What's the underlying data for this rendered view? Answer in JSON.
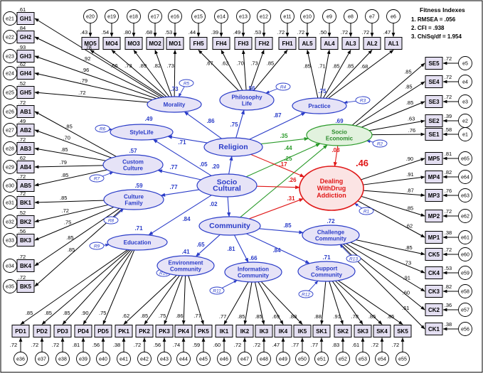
{
  "fitness": {
    "heading": "Fitness Indexes",
    "items": [
      "1.  RMSEA = .056",
      "2.  CFI = .938",
      "3.  ChiSq/df = 1.954"
    ]
  },
  "colors": {
    "blue": "#2a3cc8",
    "green": "#2a9a2a",
    "red": "#e01818",
    "box": "#e4dff2"
  },
  "latents": {
    "morality": {
      "label": "Morality",
      "r2": ".73"
    },
    "philosophy": {
      "label": "Philosophy|Life",
      "r2": ".56"
    },
    "practice": {
      "label": "Practice",
      "r2": ".75"
    },
    "stylelife": {
      "label": "StyleLife",
      "r2": ".49"
    },
    "religion": {
      "label": "Religion"
    },
    "socioeco": {
      "label": "Socio|Economic",
      "r2": ".69"
    },
    "custom": {
      "label": "Custom|Culture",
      "r2": ".57"
    },
    "sociocult": {
      "label": "Socio|Cultural"
    },
    "dealing": {
      "label": "Dealing|WithDrug|Addiction",
      "r2": ".46"
    },
    "family": {
      "label": "Culture|Family",
      "r2": ".59"
    },
    "community": {
      "label": "Community"
    },
    "education": {
      "label": "Education",
      "r2": ".71"
    },
    "challenge": {
      "label": "Challenge|Community",
      "r2": ".72"
    },
    "environ": {
      "label": "Environment|Community",
      "r2": ".41"
    },
    "info": {
      "label": "Information|Community",
      "r2": ".66"
    },
    "support": {
      "label": "Support|Community",
      "r2": ".71"
    }
  },
  "residual_labels": {
    "R5": "R5",
    "R4": "R4",
    "R3": "R3",
    "R6": "R6",
    "R2": "R2",
    "R7": "R7",
    "R8": "R8",
    "R9": "R9",
    "R1": "R1",
    "R13": "R13",
    "R10": "R10",
    "R11": "R11",
    "R12": "R12"
  },
  "structural_paths": [
    {
      "from": "religion",
      "to": "morality",
      "coef": ".86",
      "color": "blue"
    },
    {
      "from": "religion",
      "to": "philosophy",
      "coef": ".75",
      "color": "blue"
    },
    {
      "from": "religion",
      "to": "practice",
      "coef": ".87",
      "color": "blue"
    },
    {
      "from": "religion",
      "to": "stylelife",
      "coef": ".71",
      "color": "blue"
    },
    {
      "from": "sociocult",
      "to": "religion",
      "coef": ".20",
      "color": "blue"
    },
    {
      "from": "sociocult",
      "to": "community",
      "coef": ".02",
      "color": "blue"
    },
    {
      "from": "sociocult",
      "to": "custom",
      "coef": ".77",
      "color": "blue"
    },
    {
      "from": "sociocult",
      "to": "family",
      "coef": ".77",
      "color": "blue"
    },
    {
      "from": "sociocult",
      "to": "stylelife",
      "coef": ".05",
      "color": "blue"
    },
    {
      "from": "sociocult",
      "to": "education",
      "coef": ".84",
      "color": "blue"
    },
    {
      "from": "religion",
      "to": "socioeco",
      "coef": ".35",
      "color": "green"
    },
    {
      "from": "sociocult",
      "to": "socioeco",
      "coef": ".44",
      "color": "green"
    },
    {
      "from": "community",
      "to": "socioeco",
      "coef": ".25",
      "color": "green"
    },
    {
      "from": "religion",
      "to": "dealing",
      "coef": ".17",
      "color": "red"
    },
    {
      "from": "sociocult",
      "to": "dealing",
      "coef": ".26",
      "color": "red"
    },
    {
      "from": "community",
      "to": "dealing",
      "coef": ".31",
      "color": "red"
    },
    {
      "from": "socioeco",
      "to": "dealing",
      "coef": ".08",
      "color": "red"
    },
    {
      "from": "community",
      "to": "challenge",
      "coef": ".85",
      "color": "blue"
    },
    {
      "from": "community",
      "to": "environ",
      "coef": ".65",
      "color": "blue"
    },
    {
      "from": "community",
      "to": "info",
      "coef": ".81",
      "color": "blue"
    },
    {
      "from": "community",
      "to": "support",
      "coef": ".84",
      "color": "blue"
    }
  ],
  "indicators": {
    "left": [
      {
        "box": "GH1",
        "err": "e21",
        "var": ".61",
        "load": ".78",
        "target": "morality"
      },
      {
        "box": "GH2",
        "err": "e22",
        "var": ".84",
        "load": ".92",
        "target": "morality"
      },
      {
        "box": "GH3",
        "err": "e23",
        "var": ".93",
        "load": ".96",
        "target": "morality"
      },
      {
        "box": "GH4",
        "err": "e24",
        "var": ".62",
        "load": ".79",
        "target": "morality"
      },
      {
        "box": "GH5",
        "err": "e25",
        "var": ".52",
        "load": ".72",
        "target": "morality"
      },
      {
        "box": "AB1",
        "err": "e26",
        "var": ".72",
        "load": ".85",
        "target": "custom"
      },
      {
        "box": "AB2",
        "err": "e27",
        "var": ".49",
        "load": ".70",
        "target": "custom"
      },
      {
        "box": "AB3",
        "err": "e28",
        "var": ".72",
        "load": ".85",
        "target": "custom"
      },
      {
        "box": "AB4",
        "err": "e29",
        "var": ".62",
        "load": ".79",
        "target": "custom"
      },
      {
        "box": "AB5",
        "err": "e30",
        "var": ".72",
        "load": ".85",
        "target": "custom"
      },
      {
        "box": "BK1",
        "err": "e31",
        "var": ".72",
        "load": ".85",
        "target": "family"
      },
      {
        "box": "BK2",
        "err": "e32",
        "var": ".52",
        "load": ".72",
        "target": "family"
      },
      {
        "box": "BK3",
        "err": "e33",
        "var": ".56",
        "load": ".75",
        "target": "family"
      },
      {
        "box": "BK4",
        "err": "e34",
        "var": ".72",
        "load": ".85",
        "target": "family"
      },
      {
        "box": "BK5",
        "err": "e35",
        "var": ".72",
        "load": ".85",
        "target": "family"
      }
    ],
    "top": [
      {
        "box": "MO5",
        "err": "e20",
        "var": ".43",
        "load": ".66",
        "target": "morality"
      },
      {
        "box": "MO4",
        "err": "e19",
        "var": ".54",
        "load": ".73",
        "target": "morality"
      },
      {
        "box": "MO3",
        "err": "e18",
        "var": ".80",
        "load": ".89",
        "target": "morality"
      },
      {
        "box": "MO2",
        "err": "e17",
        "var": ".68",
        "load": ".82",
        "target": "morality"
      },
      {
        "box": "MO1",
        "err": "e16",
        "var": ".53",
        "load": ".73",
        "target": "morality"
      },
      {
        "box": "FH5",
        "err": "e15",
        "var": ".44",
        "load": ".67",
        "target": "philosophy"
      },
      {
        "box": "FH4",
        "err": "e14",
        "var": ".39",
        "load": ".62",
        "target": "philosophy"
      },
      {
        "box": "FH3",
        "err": "e13",
        "var": ".49",
        "load": ".70",
        "target": "philosophy"
      },
      {
        "box": "FH2",
        "err": "e12",
        "var": ".53",
        "load": ".73",
        "target": "philosophy"
      },
      {
        "box": "FH1",
        "err": "e11",
        "var": ".72",
        "load": ".85",
        "target": "philosophy"
      },
      {
        "box": "AL5",
        "err": "e10",
        "var": ".72",
        "load": ".85",
        "target": "practice"
      },
      {
        "box": "AL4",
        "err": "e9",
        "var": ".50",
        "load": ".71",
        "target": "practice"
      },
      {
        "box": "AL3",
        "err": "e8",
        "var": ".72",
        "load": ".85",
        "target": "practice"
      },
      {
        "box": "AL2",
        "err": "e7",
        "var": ".72",
        "load": ".85",
        "target": "practice"
      },
      {
        "box": "AL1",
        "err": "e6",
        "var": ".47",
        "load": ".68",
        "target": "practice"
      }
    ],
    "right": [
      {
        "box": "SE5",
        "err": "e5",
        "var": ".72",
        "load": ".85",
        "target": "socioeco"
      },
      {
        "box": "SE4",
        "err": "e4",
        "var": ".72",
        "load": ".85",
        "target": "socioeco"
      },
      {
        "box": "SE3",
        "err": "e3",
        "var": ".72",
        "load": ".85",
        "target": "socioeco"
      },
      {
        "box": "SE2",
        "err": "e2",
        "var": ".39",
        "load": ".63",
        "target": "socioeco"
      },
      {
        "box": "SE1",
        "err": "e1",
        "var": ".58",
        "load": ".76",
        "target": "socioeco"
      },
      {
        "box": "MP5",
        "err": "e65",
        "var": ".81",
        "load": ".90",
        "target": "dealing"
      },
      {
        "box": "MP4",
        "err": "e64",
        "var": ".82",
        "load": ".91",
        "target": "dealing"
      },
      {
        "box": "MP3",
        "err": "e63",
        "var": ".76",
        "load": ".87",
        "target": "dealing"
      },
      {
        "box": "MP2",
        "err": "e62",
        "var": ".72",
        "load": ".85",
        "target": "dealing"
      },
      {
        "box": "MP1",
        "err": "e61",
        "var": ".38",
        "load": ".62",
        "target": "dealing"
      },
      {
        "box": "CK5",
        "err": "e60",
        "var": ".72",
        "load": ".85",
        "target": "challenge"
      },
      {
        "box": "CK4",
        "err": "e59",
        "var": ".53",
        "load": ".73",
        "target": "challenge"
      },
      {
        "box": "CK3",
        "err": "e58",
        "var": ".82",
        "load": ".91",
        "target": "challenge"
      },
      {
        "box": "CK2",
        "err": "e57",
        "var": ".36",
        "load": ".60",
        "target": "challenge"
      },
      {
        "box": "CK1",
        "err": "e56",
        "var": ".38",
        "load": ".61",
        "target": "challenge"
      }
    ],
    "bottom": [
      {
        "box": "PD1",
        "err": "e36",
        "var": ".72",
        "load": ".85",
        "target": "education"
      },
      {
        "box": "PD2",
        "err": "e37",
        "var": ".72",
        "load": ".85",
        "target": "education"
      },
      {
        "box": "PD3",
        "err": "e38",
        "var": ".72",
        "load": ".85",
        "target": "education"
      },
      {
        "box": "PD4",
        "err": "e39",
        "var": ".81",
        "load": ".90",
        "target": "education"
      },
      {
        "box": "PD5",
        "err": "e40",
        "var": ".56",
        "load": ".75",
        "target": "education"
      },
      {
        "box": "PK1",
        "err": "e41",
        "var": ".38",
        "load": ".62",
        "target": "environ"
      },
      {
        "box": "PK2",
        "err": "e42",
        "var": ".72",
        "load": ".85",
        "target": "environ"
      },
      {
        "box": "PK3",
        "err": "e43",
        "var": ".56",
        "load": ".75",
        "target": "environ"
      },
      {
        "box": "PK4",
        "err": "e44",
        "var": ".74",
        "load": ".86",
        "target": "environ"
      },
      {
        "box": "PK5",
        "err": "e45",
        "var": ".59",
        "load": ".77",
        "target": "environ"
      },
      {
        "box": "IK1",
        "err": "e46",
        "var": ".60",
        "load": ".77",
        "target": "info"
      },
      {
        "box": "IK2",
        "err": "e47",
        "var": ".72",
        "load": ".85",
        "target": "info"
      },
      {
        "box": "IK3",
        "err": "e48",
        "var": ".72",
        "load": ".85",
        "target": "info"
      },
      {
        "box": "IK4",
        "err": "e49",
        "var": ".47",
        "load": ".69",
        "target": "info"
      },
      {
        "box": "IK5",
        "err": "e50",
        "var": ".77",
        "load": ".88",
        "target": "info"
      },
      {
        "box": "SK1",
        "err": "e51",
        "var": ".77",
        "load": ".88",
        "target": "support"
      },
      {
        "box": "SK2",
        "err": "e52",
        "var": ".83",
        "load": ".91",
        "target": "support"
      },
      {
        "box": "SK3",
        "err": "e53",
        "var": ".61",
        "load": ".78",
        "target": "support"
      },
      {
        "box": "SK4",
        "err": "e54",
        "var": ".72",
        "load": ".85",
        "target": "support"
      },
      {
        "box": "SK5",
        "err": "e55",
        "var": ".72",
        "load": ".85",
        "target": "support"
      }
    ]
  }
}
